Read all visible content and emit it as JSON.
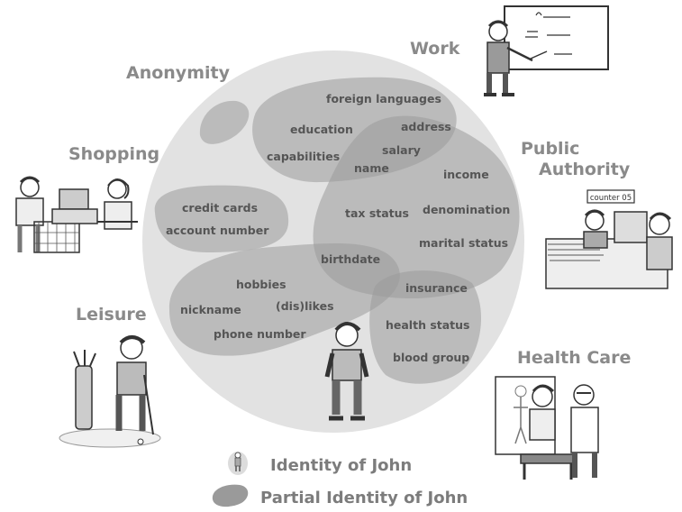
{
  "contexts": {
    "work": "Work",
    "anonymity": "Anonymity",
    "shopping": "Shopping",
    "public_authority": [
      "Public",
      "Authority"
    ],
    "leisure": "Leisure",
    "health_care": "Health Care"
  },
  "attributes": {
    "foreign_languages": "foreign languages",
    "education": "education",
    "address": "address",
    "salary": "salary",
    "capabilities": "capabilities",
    "name": "name",
    "income": "income",
    "credit_cards": "credit cards",
    "account_number": "account number",
    "tax_status": "tax status",
    "denomination": "denomination",
    "marital_status": "marital status",
    "birthdate": "birthdate",
    "hobbies": "hobbies",
    "insurance": "insurance",
    "nickname": "nickname",
    "dislikes": "(dis)likes",
    "phone_number": "phone number",
    "health_status": "health status",
    "blood_group": "blood group"
  },
  "board_text": "counter 05",
  "legend": {
    "identity": "Identity of John",
    "partial_identity": "Partial Identity of John"
  },
  "colors": {
    "circle": "#e2e2e2",
    "partial": "#9a9a9a",
    "context_text": "#8a8a8a",
    "attr_text": "#555555"
  }
}
